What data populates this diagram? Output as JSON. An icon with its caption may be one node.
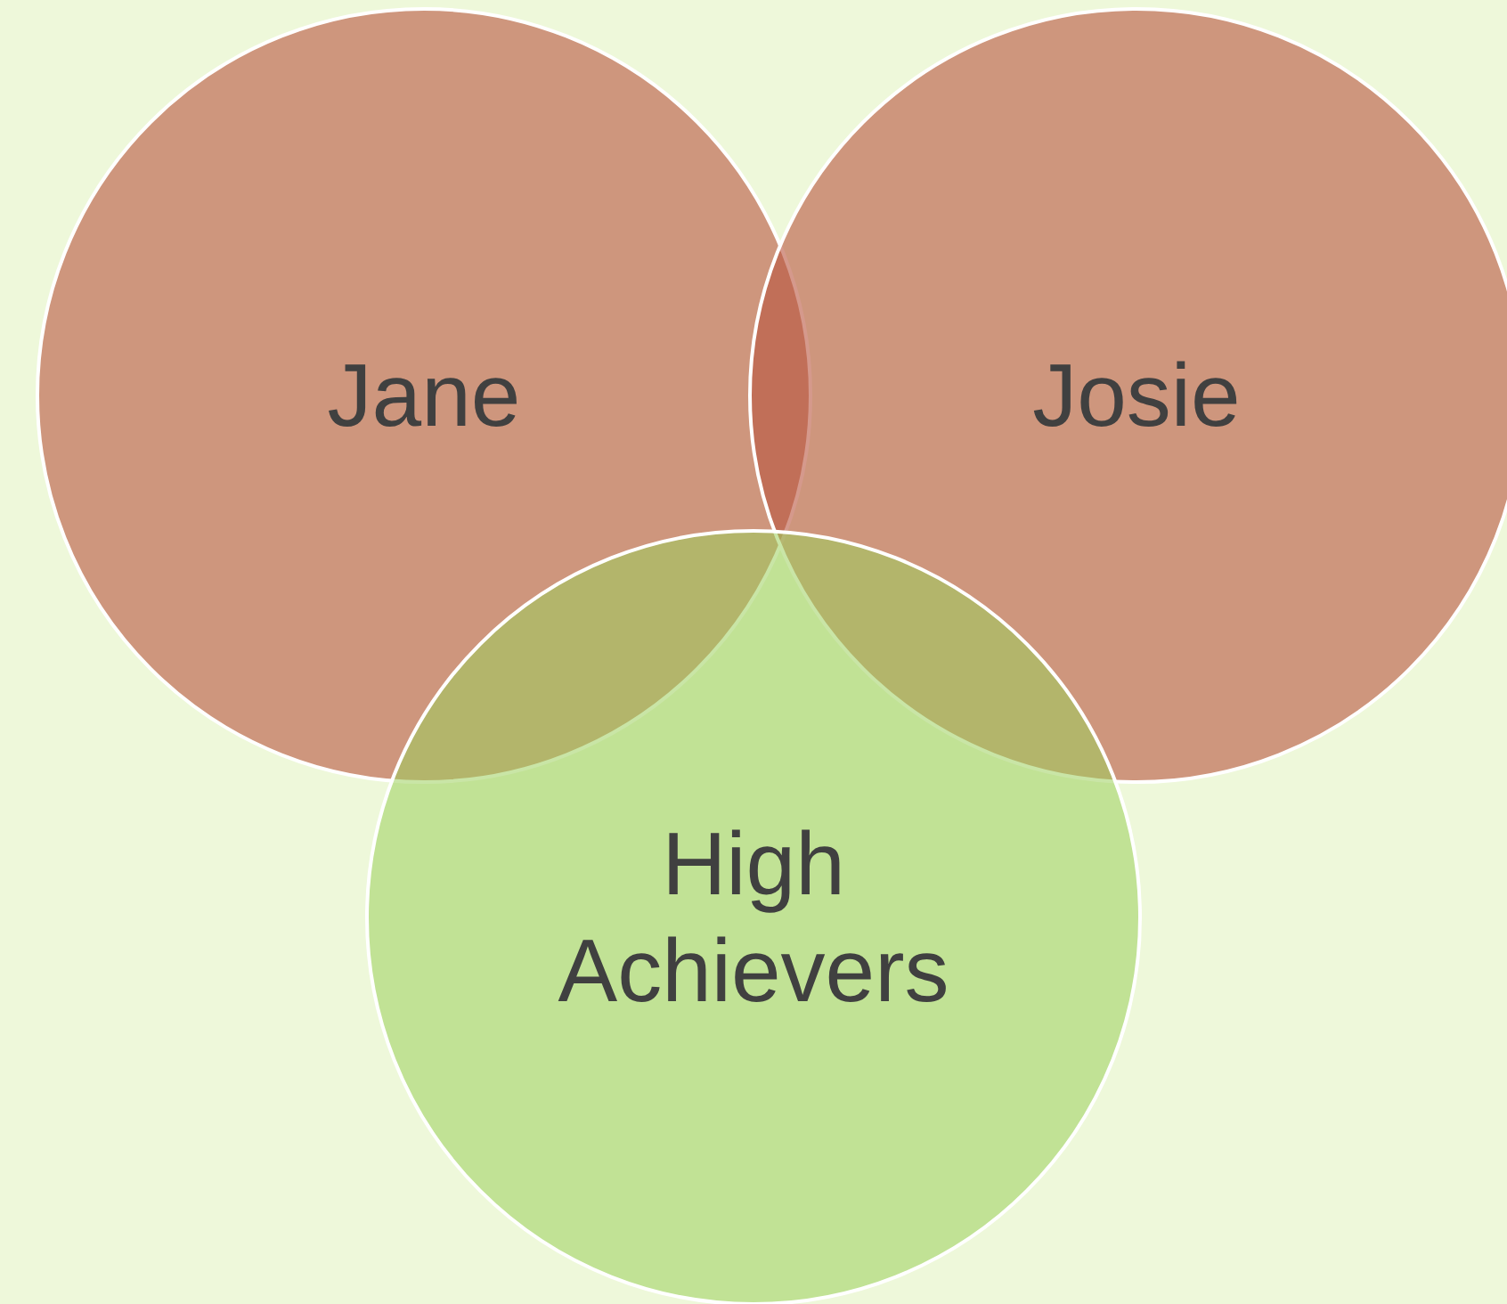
{
  "diagram": {
    "nodes": [
      {
        "text": [
          "Jane"
        ]
      },
      {
        "text": [
          "Josie"
        ]
      },
      {
        "text": [
          "High Achievers"
        ]
      }
    ]
  }
}
